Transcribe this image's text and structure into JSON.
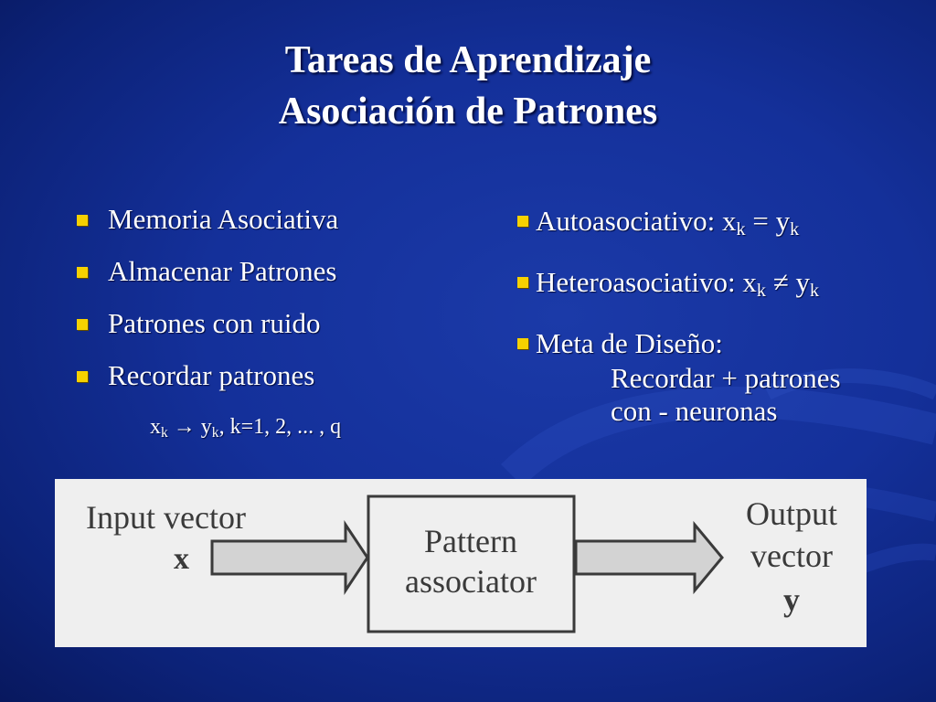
{
  "slide": {
    "title_line1": "Tareas de Aprendizaje",
    "title_line2": "Asociación de Patrones",
    "left_bullets": [
      "Memoria Asociativa",
      "Almacenar Patrones",
      "Patrones con ruido",
      "Recordar patrones"
    ],
    "mapping": {
      "x": "x",
      "x_sub": "k",
      "arrow": "→",
      "y": "y",
      "y_sub": "k",
      "rest": ",  k=1, 2, ... , q"
    },
    "right_items": [
      {
        "label": "Autoasociativo: x",
        "sub1": "k",
        "op": " = y",
        "sub2": "k"
      },
      {
        "label": "Heteroasociativo: x",
        "sub1": "k",
        "op": " ≠ y",
        "sub2": "k"
      }
    ],
    "goal": {
      "label": "Meta de Diseño:",
      "line1": "Recordar + patrones",
      "line2": "con - neuronas"
    }
  },
  "figure": {
    "input_label": "Input vector",
    "input_symbol": "x",
    "box_line1": "Pattern",
    "box_line2": "associator",
    "output_line1": "Output",
    "output_line2": "vector",
    "output_symbol": "y"
  },
  "colors": {
    "background": "#14309a",
    "bullet": "#f6d100",
    "text": "#ffffff",
    "figure_bg": "#efefef"
  }
}
